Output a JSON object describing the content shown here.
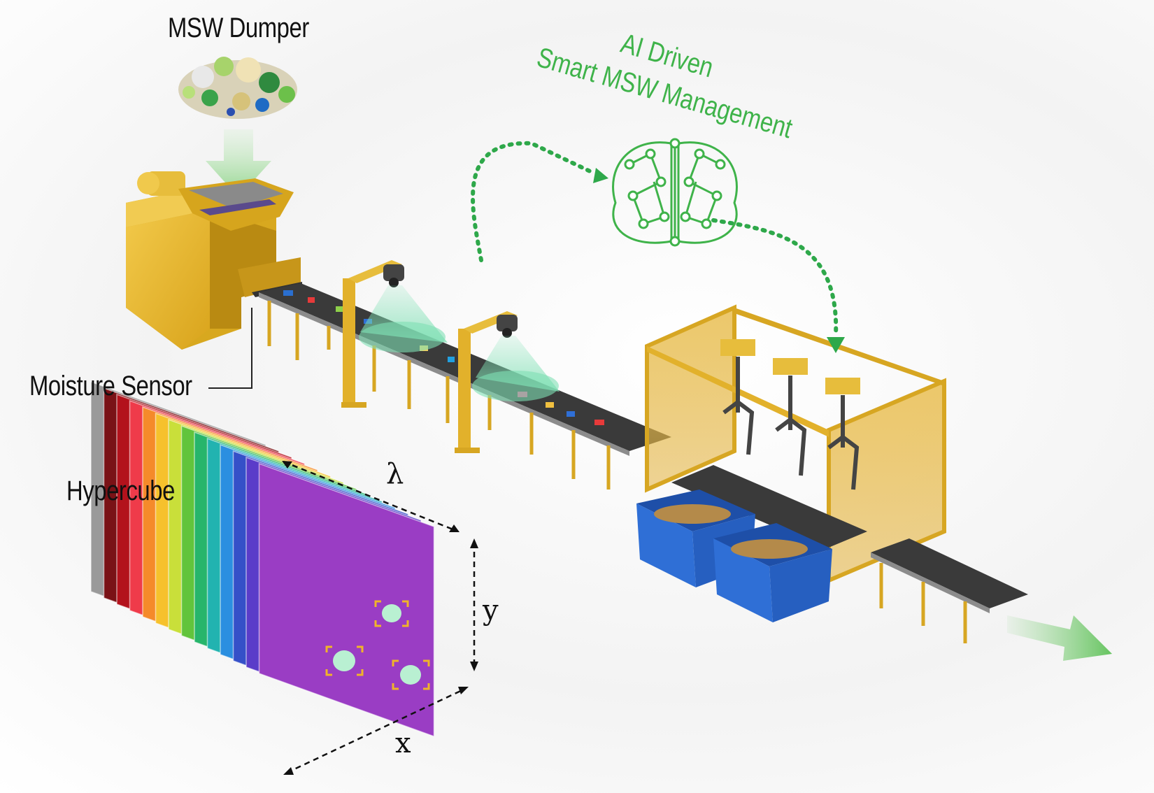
{
  "labels": {
    "msw_dumper": "MSW Dumper",
    "moisture_sensor": "Moisture Sensor",
    "hypercube": "Hypercube",
    "ai_line1": "AI Driven",
    "ai_line2": "Smart MSW Management"
  },
  "axes": {
    "lambda": "λ",
    "y": "y",
    "x": "x"
  },
  "colors": {
    "machine_yellow": "#e5b52b",
    "machine_shadow": "#b98a12",
    "belt": "#3a3a3a",
    "bin_blue": "#2f6fd6",
    "ai_green": "#3fb34a",
    "camera_beam": "#7fe0b4"
  },
  "hypercube_bands": [
    "#9a9a9a",
    "#7a1216",
    "#b3121c",
    "#ef3b4a",
    "#f58a2a",
    "#f6c12c",
    "#c9df3a",
    "#62c43c",
    "#27b56b",
    "#22b3b0",
    "#2b8fe0",
    "#3550c8",
    "#5a3cc9",
    "#9a3dc4"
  ],
  "icons": [
    "brain-network-icon",
    "camera-icon",
    "robot-gripper-icon",
    "bin-icon",
    "dumper-hopper-icon"
  ]
}
